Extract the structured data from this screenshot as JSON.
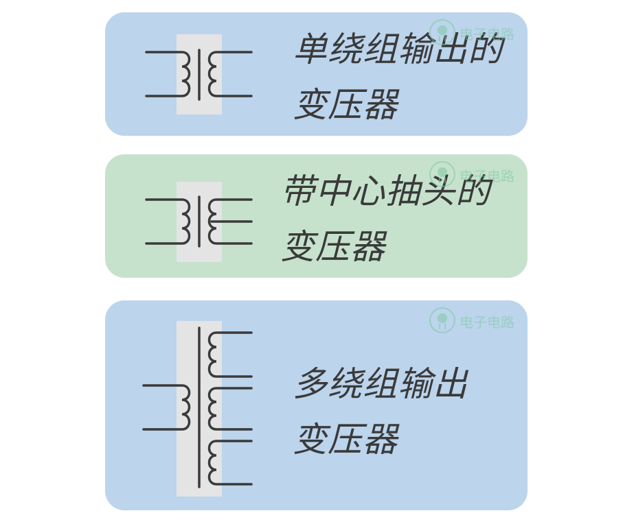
{
  "diagrams": [
    {
      "label_lines": [
        "单绕组输出的",
        "变压器"
      ]
    },
    {
      "label_lines": [
        "带中心抽头的",
        "变压器"
      ]
    },
    {
      "label_lines": [
        "多绕组输出",
        "变压器"
      ]
    }
  ],
  "watermark": {
    "text": "电子电路",
    "icon": "led-bulb-icon"
  },
  "colors": {
    "blue_card": "#bcd4ec",
    "green_card": "#c6e2cc",
    "core": "#e4e4e4",
    "line": "#3a3a3a",
    "watermark": "#7fc7a2"
  }
}
